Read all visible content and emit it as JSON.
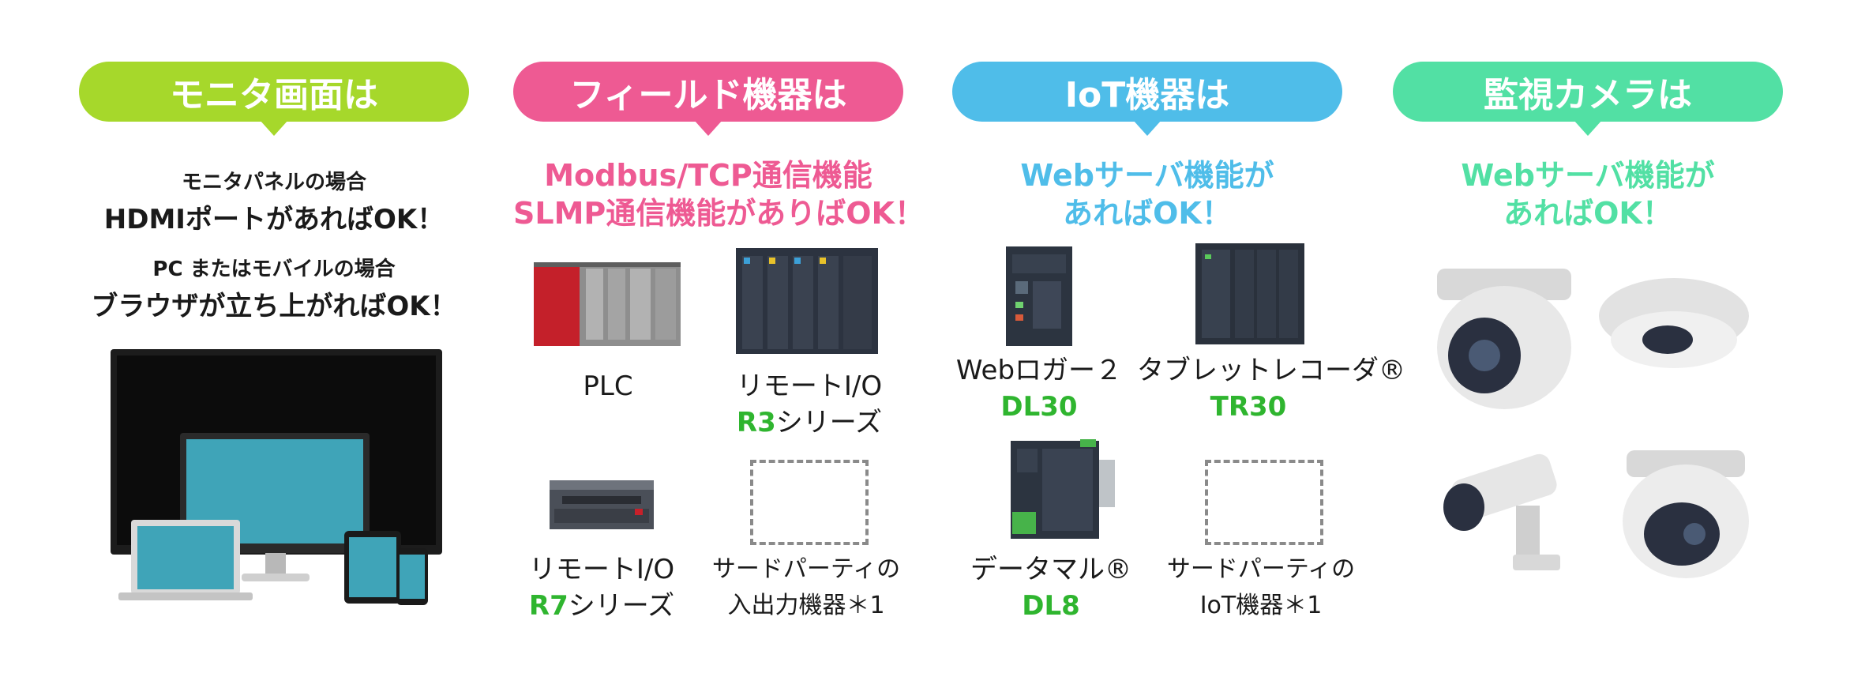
{
  "columns": [
    {
      "title": "モニタ画面は",
      "color": "#a6d82b",
      "lines": [
        {
          "text": "モニタパネルの場合",
          "size": "small"
        },
        {
          "text": "HDMIポートがあればOK！",
          "size": "large"
        },
        {
          "text": "PC またはモバイルの場合",
          "size": "small"
        },
        {
          "text": "ブラウザが立ち上がればOK！",
          "size": "large"
        }
      ],
      "image": "display-devices-illustration"
    },
    {
      "title": "フィールド機器は",
      "color": "#ee5a93",
      "subtitle": [
        "Modbus/TCP通信機能",
        "SLMP通信機能がありばOK！"
      ],
      "items": [
        {
          "label": "PLC",
          "icon": "plc-device"
        },
        {
          "label": "リモートI/O",
          "model": "R3",
          "suffix": "シリーズ",
          "icon": "remote-io-r3-device"
        },
        {
          "label": "リモートI/O",
          "model": "R7",
          "suffix": "シリーズ",
          "icon": "remote-io-r7-device"
        },
        {
          "label": "サードパーティの",
          "label2": "入出力機器＊1",
          "icon": "placeholder-box"
        }
      ]
    },
    {
      "title": "IoT機器は",
      "color": "#4fbde9",
      "subtitle": [
        "Webサーバ機能が",
        "あればOK！"
      ],
      "items": [
        {
          "label": "Webロガー２",
          "model": "DL30",
          "icon": "web-logger-device"
        },
        {
          "label": "タブレットレコーダ®",
          "model": "TR30",
          "icon": "tablet-recorder-device"
        },
        {
          "label": "データマル®",
          "model": "DL8",
          "icon": "datamaru-device"
        },
        {
          "label": "サードパーティの",
          "label2": "IoT機器＊1",
          "icon": "placeholder-box"
        }
      ]
    },
    {
      "title": "監視カメラは",
      "color": "#52e0a4",
      "subtitle": [
        "Webサーバ機能が",
        "あればOK！"
      ],
      "image": "security-cameras-illustration"
    }
  ],
  "text_color": "#1a1a1a",
  "model_color": "#2fb52f"
}
